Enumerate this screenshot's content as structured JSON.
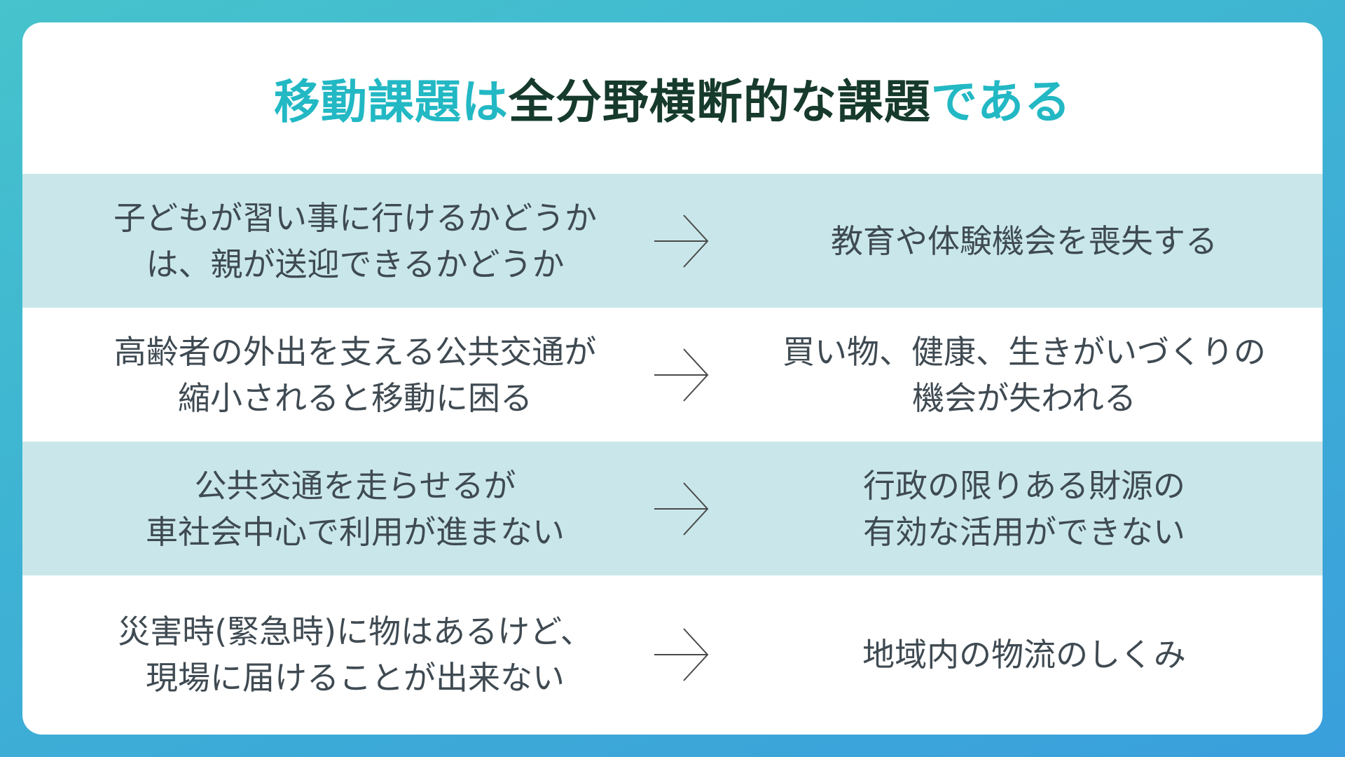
{
  "title": {
    "part1": "移動課題は",
    "part2": "全分野横断的な課題",
    "part3": "である"
  },
  "rows": [
    {
      "cause": [
        "子どもが習い事に行けるかどうか",
        "は、親が送迎できるかどうか"
      ],
      "effect": [
        "教育や体験機会を喪失する"
      ]
    },
    {
      "cause": [
        "高齢者の外出を支える公共交通が",
        "縮小されると移動に困る"
      ],
      "effect": [
        "買い物、健康、生きがいづくりの",
        "機会が失われる"
      ]
    },
    {
      "cause": [
        "公共交通を走らせるが",
        "車社会中心で利用が進まない"
      ],
      "effect": [
        "行政の限りある財源の",
        "有効な活用ができない"
      ]
    },
    {
      "cause": [
        "災害時(緊急時)に物はあるけど、",
        "現場に届けることが出来ない"
      ],
      "effect": [
        "地域内の物流のしくみ"
      ]
    }
  ],
  "colors": {
    "accent": "#22b8c4",
    "title_dark": "#163a2c",
    "row_shade": "#c9e7ea",
    "text": "#3f4a52",
    "arrow": "#4a4a4a"
  }
}
